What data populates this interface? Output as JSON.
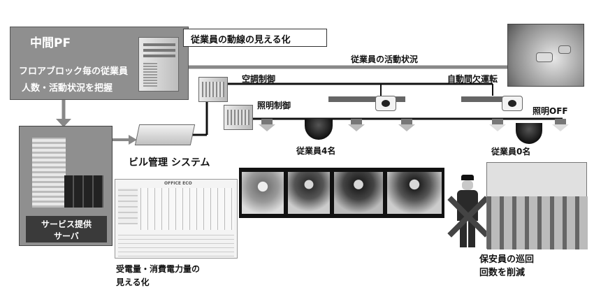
{
  "pf_box": {
    "title": "中間PF",
    "desc_line1": "フロアブロック毎の従業員",
    "desc_line2": "人数・活動状況を把握"
  },
  "flow_label": "従業員の動線の見える化",
  "activity_label": "従業員の活動状況",
  "hvac_label": "空調制御",
  "lighting_label": "照明制御",
  "auto_label": "自動間欠運転",
  "lights_off_label": "照明OFF",
  "employees_4": "従業員4名",
  "employees_0": "従業員0名",
  "bms_label": "ビル管理 システム",
  "server_label_line1": "サービス提供",
  "server_label_line2": "サーバ",
  "power_label_line1": "受電量・消費電力量の",
  "power_label_line2": "見える化",
  "guard_label_line1": "保安員の巡回",
  "guard_label_line2": "回数を削減",
  "screen_logo": "OFFICE ECO"
}
